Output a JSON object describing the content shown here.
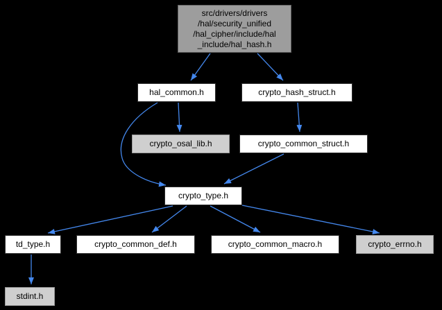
{
  "diagram": {
    "colors": {
      "background": "#000000",
      "edge": "#4488ee",
      "node_fill": "#ffffff",
      "node_gray_fill": "#cfcfcf",
      "node_current_fill": "#9d9d9d",
      "text": "#000000"
    },
    "nodes": {
      "hal_hash": {
        "label": "src/drivers/drivers\n/hal/security_unified\n/hal_cipher/include/hal\n_include/hal_hash.h",
        "style": "current"
      },
      "hal_common": {
        "label": "hal_common.h",
        "style": "linked"
      },
      "crypto_hash_struct": {
        "label": "crypto_hash_struct.h",
        "style": "linked"
      },
      "crypto_osal_lib": {
        "label": "crypto_osal_lib.h",
        "style": "unlinked"
      },
      "crypto_common_struct": {
        "label": "crypto_common_struct.h",
        "style": "linked"
      },
      "crypto_type": {
        "label": "crypto_type.h",
        "style": "linked"
      },
      "td_type": {
        "label": "td_type.h",
        "style": "linked"
      },
      "crypto_common_def": {
        "label": "crypto_common_def.h",
        "style": "linked"
      },
      "crypto_common_macro": {
        "label": "crypto_common_macro.h",
        "style": "linked"
      },
      "crypto_errno": {
        "label": "crypto_errno.h",
        "style": "unlinked"
      },
      "stdint": {
        "label": "stdint.h",
        "style": "unlinked"
      }
    },
    "edges": [
      {
        "from": "hal_hash",
        "to": "hal_common"
      },
      {
        "from": "hal_hash",
        "to": "crypto_hash_struct"
      },
      {
        "from": "hal_common",
        "to": "crypto_osal_lib"
      },
      {
        "from": "hal_common",
        "to": "crypto_type"
      },
      {
        "from": "crypto_hash_struct",
        "to": "crypto_common_struct"
      },
      {
        "from": "crypto_common_struct",
        "to": "crypto_type"
      },
      {
        "from": "crypto_type",
        "to": "td_type"
      },
      {
        "from": "crypto_type",
        "to": "crypto_common_def"
      },
      {
        "from": "crypto_type",
        "to": "crypto_common_macro"
      },
      {
        "from": "crypto_type",
        "to": "crypto_errno"
      },
      {
        "from": "td_type",
        "to": "stdint"
      }
    ]
  }
}
